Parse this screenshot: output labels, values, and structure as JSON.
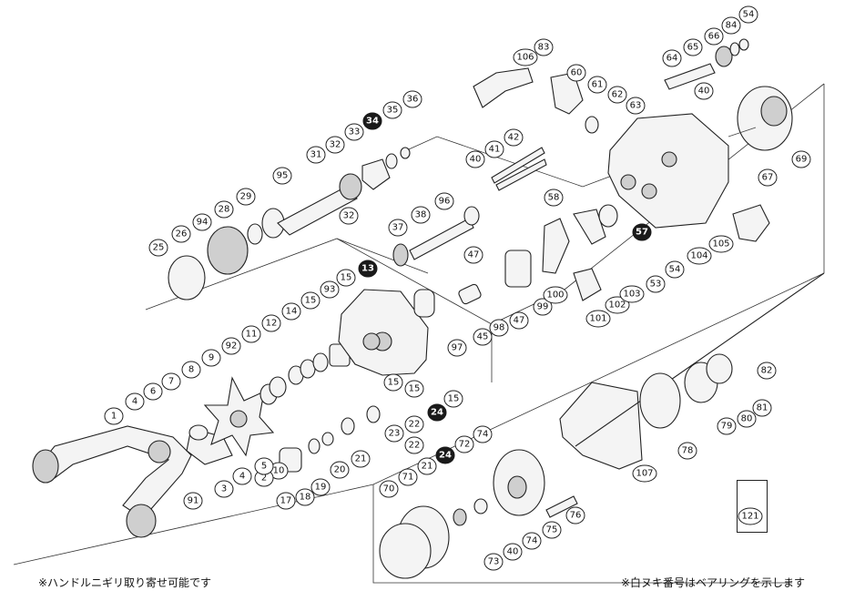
{
  "notes": {
    "left": "※ハンドルニギリ取り寄せ可能です",
    "right": "※白ヌキ番号はベアリングを示します"
  },
  "callouts": [
    {
      "label": "1"
    },
    {
      "label": "4"
    },
    {
      "label": "6"
    },
    {
      "label": "7"
    },
    {
      "label": "8"
    },
    {
      "label": "9"
    },
    {
      "label": "92"
    },
    {
      "label": "11"
    },
    {
      "label": "12"
    },
    {
      "label": "14"
    },
    {
      "label": "10"
    },
    {
      "label": "93"
    },
    {
      "label": "15"
    },
    {
      "label": "15"
    },
    {
      "label": "15"
    },
    {
      "label": "15"
    },
    {
      "label": "15"
    },
    {
      "label": "13",
      "bearing": true
    },
    {
      "label": "91"
    },
    {
      "label": "3"
    },
    {
      "label": "4"
    },
    {
      "label": "2"
    },
    {
      "label": "5"
    },
    {
      "label": "17"
    },
    {
      "label": "18"
    },
    {
      "label": "19"
    },
    {
      "label": "20"
    },
    {
      "label": "21"
    },
    {
      "label": "22"
    },
    {
      "label": "23"
    },
    {
      "label": "22"
    },
    {
      "label": "24",
      "bearing": true
    },
    {
      "label": "25"
    },
    {
      "label": "26"
    },
    {
      "label": "94"
    },
    {
      "label": "28"
    },
    {
      "label": "29"
    },
    {
      "label": "95"
    },
    {
      "label": "31"
    },
    {
      "label": "32"
    },
    {
      "label": "33"
    },
    {
      "label": "34",
      "bearing": true
    },
    {
      "label": "35"
    },
    {
      "label": "36"
    },
    {
      "label": "32"
    },
    {
      "label": "37"
    },
    {
      "label": "38"
    },
    {
      "label": "96"
    },
    {
      "label": "40"
    },
    {
      "label": "41"
    },
    {
      "label": "42"
    },
    {
      "label": "47"
    },
    {
      "label": "47"
    },
    {
      "label": "45"
    },
    {
      "label": "97"
    },
    {
      "label": "98"
    },
    {
      "label": "99"
    },
    {
      "label": "100"
    },
    {
      "label": "101"
    },
    {
      "label": "102"
    },
    {
      "label": "103"
    },
    {
      "label": "53"
    },
    {
      "label": "57",
      "bearing": true
    },
    {
      "label": "54"
    },
    {
      "label": "104"
    },
    {
      "label": "105"
    },
    {
      "label": "58"
    },
    {
      "label": "83"
    },
    {
      "label": "106"
    },
    {
      "label": "60"
    },
    {
      "label": "61"
    },
    {
      "label": "62"
    },
    {
      "label": "63"
    },
    {
      "label": "64"
    },
    {
      "label": "65"
    },
    {
      "label": "66"
    },
    {
      "label": "84"
    },
    {
      "label": "54"
    },
    {
      "label": "40"
    },
    {
      "label": "67"
    },
    {
      "label": "69"
    },
    {
      "label": "70"
    },
    {
      "label": "71"
    },
    {
      "label": "21"
    },
    {
      "label": "24",
      "bearing": true
    },
    {
      "label": "72"
    },
    {
      "label": "74"
    },
    {
      "label": "73"
    },
    {
      "label": "40"
    },
    {
      "label": "74"
    },
    {
      "label": "75"
    },
    {
      "label": "76"
    },
    {
      "label": "107"
    },
    {
      "label": "78"
    },
    {
      "label": "79"
    },
    {
      "label": "80"
    },
    {
      "label": "81"
    },
    {
      "label": "82"
    },
    {
      "label": "121"
    }
  ]
}
